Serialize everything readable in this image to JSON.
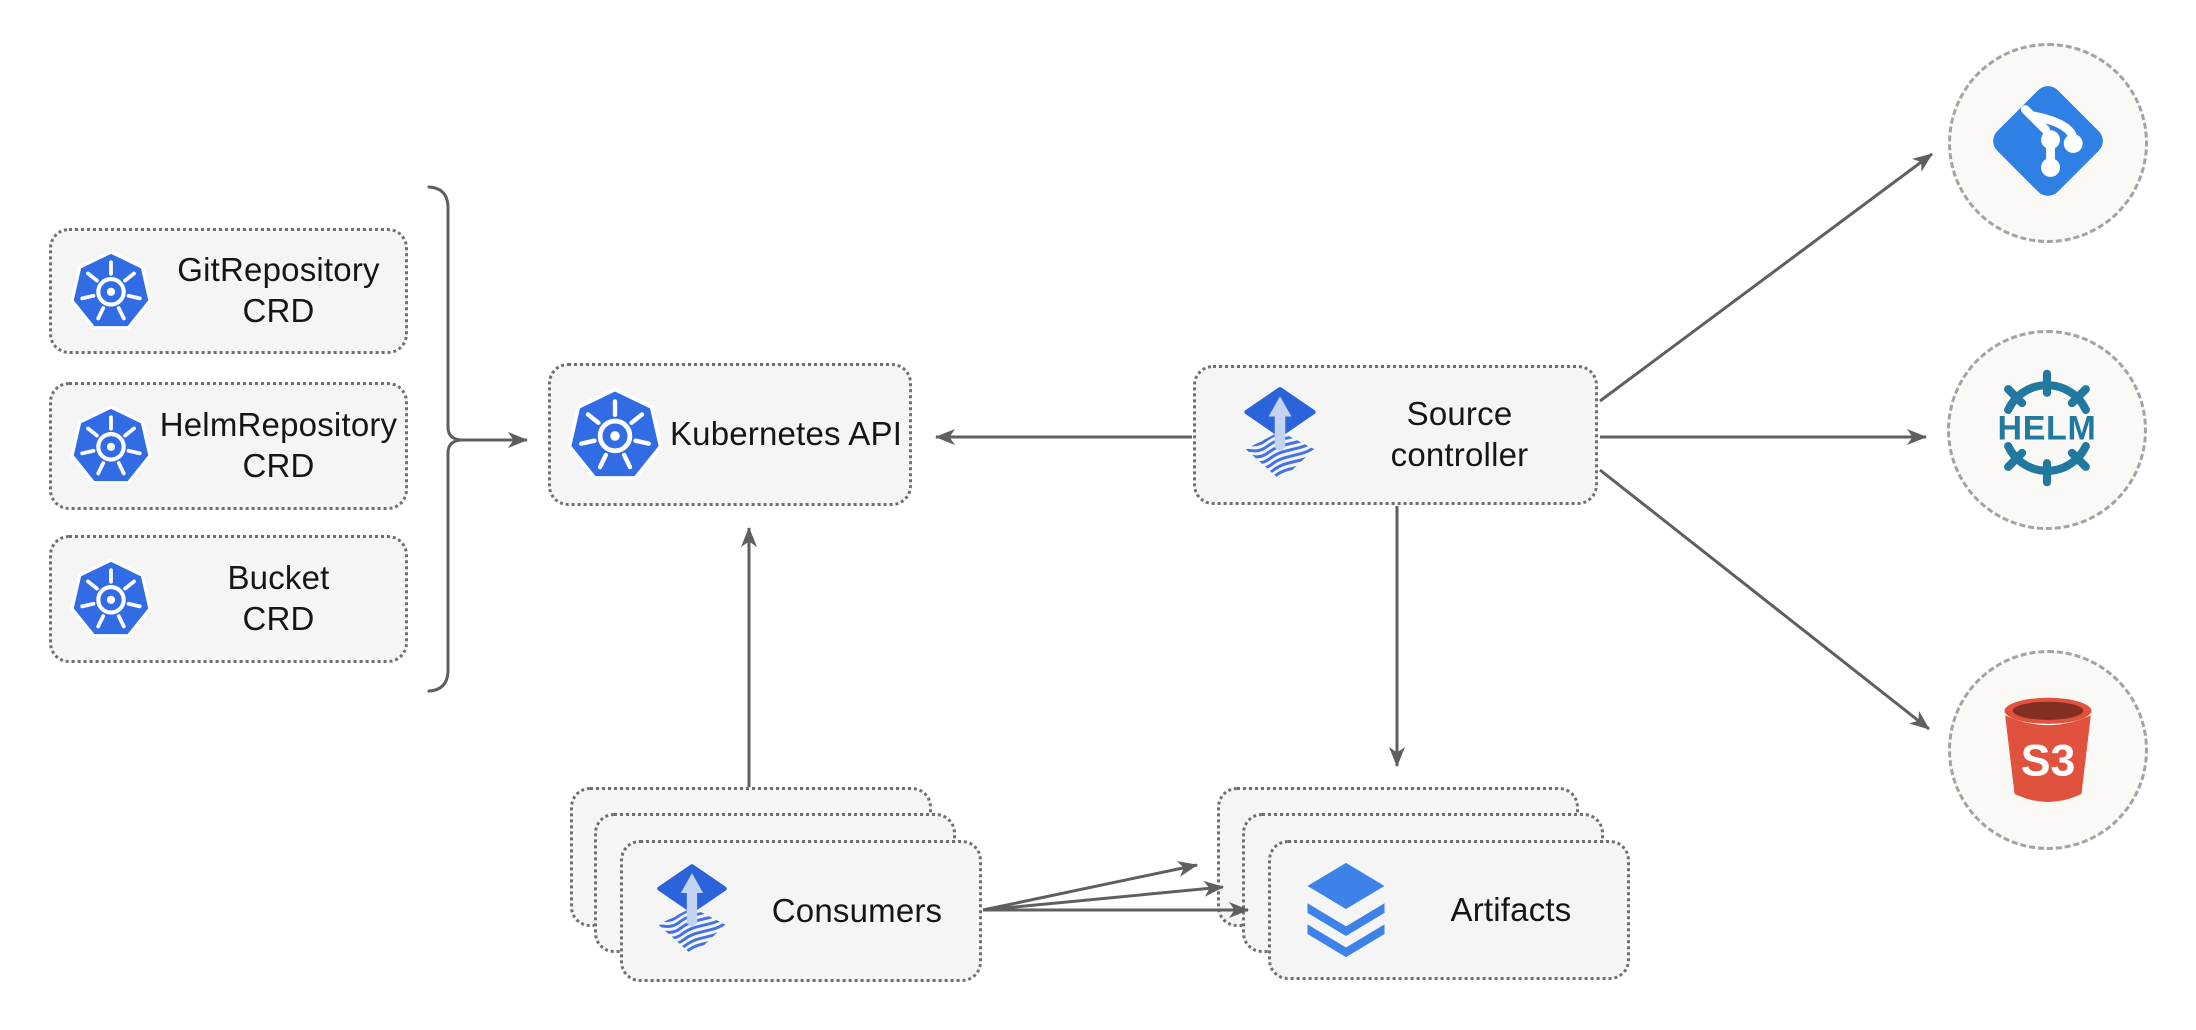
{
  "diagram": {
    "crd_boxes": [
      {
        "line1": "GitRepository",
        "line2": "CRD"
      },
      {
        "line1": "HelmRepository",
        "line2": "CRD"
      },
      {
        "line1": "Bucket",
        "line2": "CRD"
      }
    ],
    "kubernetes_api_label": "Kubernetes API",
    "source_controller": {
      "line1": "Source",
      "line2": "controller"
    },
    "consumers_label": "Consumers",
    "artifacts_label": "Artifacts",
    "external_targets": {
      "git": {
        "icon": "git-icon"
      },
      "helm": {
        "icon": "helm-icon",
        "label": "HELM"
      },
      "s3": {
        "icon": "s3-bucket-icon",
        "label": "S3"
      }
    },
    "colors": {
      "kubernetes_blue": "#326CE5",
      "flux_blue": "#2b63da",
      "layers_blue": "#3c82e8",
      "git_blue": "#2f80e4",
      "helm_teal": "#2279a0",
      "s3_red": "#e0523e",
      "s3_dark": "#822f21",
      "box_fill": "#f5f5f5",
      "line_gray": "#5f5f5f"
    }
  }
}
